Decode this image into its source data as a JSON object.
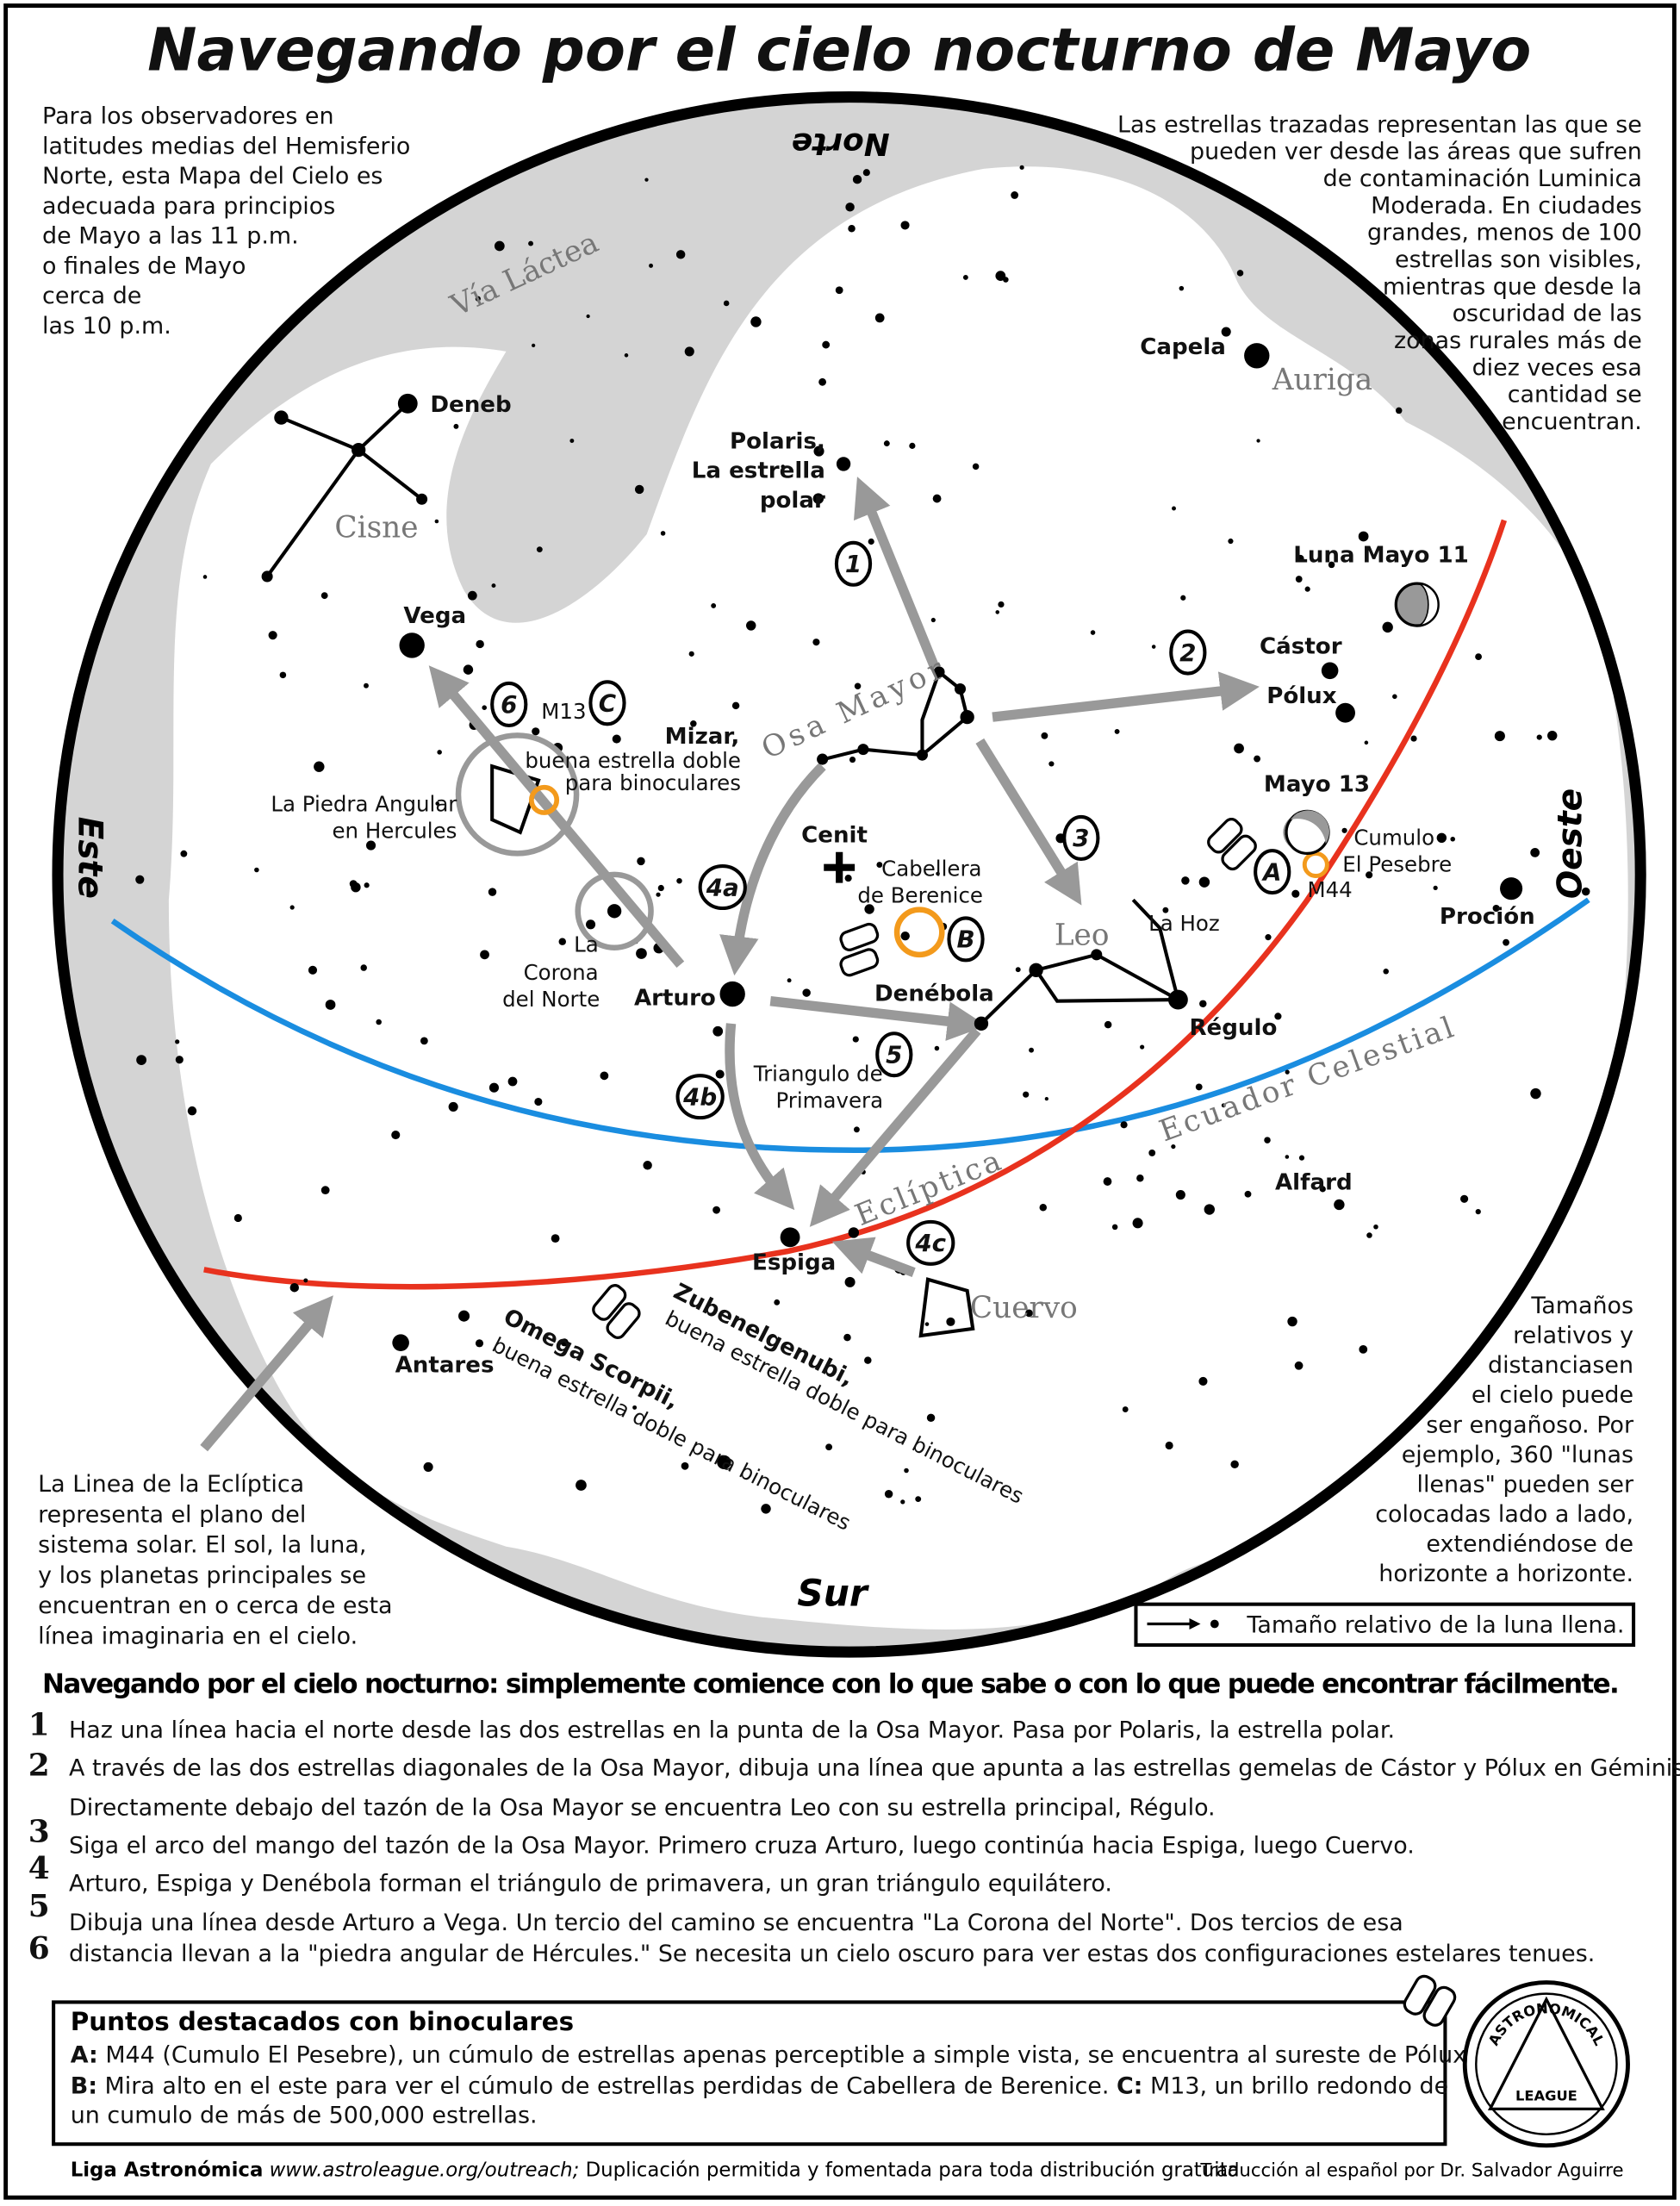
{
  "title": "Navegando por el cielo nocturno de Mayo",
  "intro_left": [
    "Para los observadores en",
    "latitudes medias del Hemisferio",
    "Norte, esta Mapa del Cielo es",
    "adecuada para principios",
    "de Mayo a las 11 p.m.",
    "o finales de Mayo",
    "cerca de",
    "las 10 p.m."
  ],
  "intro_right": [
    "Las estrellas trazadas representan las que se",
    "pueden ver desde las áreas que sufren",
    "de contaminación Luminica",
    "Moderada. En ciudades",
    "grandes, menos de 100",
    "estrellas son visibles,",
    "mientras que desde la",
    "oscuridad de las",
    "zonas rurales más de",
    "diez veces esa",
    "cantidad se",
    "encuentran."
  ],
  "ecliptic_note": [
    "La Linea de la Eclíptica",
    "representa el plano del",
    "sistema solar. El sol, la luna,",
    "y los planetas principales se",
    "encuentran en o cerca de esta",
    "línea imaginaria en el cielo."
  ],
  "size_note": [
    "Tamaños",
    "relativos y",
    "distanciasen",
    "el cielo puede",
    "ser engañoso. Por",
    "ejemplo, 360 \"lunas",
    "llenas\" pueden ser",
    "colocadas lado a lado,",
    "extendiéndose de",
    "horizonte a horizonte."
  ],
  "moon_legend": "Tamaño relativo de la luna llena.",
  "directions": {
    "north": "Norte",
    "south": "Sur",
    "east": "Este",
    "west": "Oeste"
  },
  "map": {
    "milky_way": "Vía Láctea",
    "capela": "Capela",
    "auriga": "Auriga",
    "deneb": "Deneb",
    "cisne": "Cisne",
    "polaris": [
      "Polaris,",
      "La estrella",
      "polar"
    ],
    "luna11": "Luna Mayo 11",
    "castor": "Cástor",
    "polux": "Pólux",
    "vega": "Vega",
    "m13": "M13",
    "mizar": "Mizar,",
    "mizar_note": [
      "buena estrella doble",
      "para binoculares"
    ],
    "osa_mayor": "Osa Mayor",
    "piedra": [
      "La Piedra Angular",
      "en Hercules"
    ],
    "mayo13": "Mayo 13",
    "pesebre": [
      "Cumulo",
      "El Pesebre"
    ],
    "m44": "M44",
    "cenit": "Cenit",
    "cabellera": [
      "Cabellera",
      "de Berenice"
    ],
    "leo": "Leo",
    "la_hoz": "La Hoz",
    "procion": "Proción",
    "corona": [
      "La",
      "Corona",
      "del Norte"
    ],
    "arturo": "Arturo",
    "denebola": "Denébola",
    "regulo": "Régulo",
    "triangulo": [
      "Triangulo de",
      "Primavera"
    ],
    "ecuador": "Ecuador Celestial",
    "alfard": "Alfard",
    "ecliptica": "Eclíptica",
    "espiga": "Espiga",
    "cuervo": "Cuervo",
    "zuben": "Zubenelgenubi,",
    "zuben_note": "buena estrella doble para binoculares",
    "omega": "Omega Scorpii,",
    "omega_note": "buena estrella doble para binoculares",
    "antares": "Antares",
    "markers": {
      "m1": "1",
      "m2": "2",
      "m3": "3",
      "m4a": "4a",
      "m4b": "4b",
      "m4c": "4c",
      "m5": "5",
      "m6": "6",
      "A": "A",
      "B": "B",
      "C": "C"
    }
  },
  "guide": {
    "heading": "Navegando por el cielo nocturno: simplemente comience con lo que sabe o con lo que puede encontrar fácilmente.",
    "numbers": [
      "1",
      "2",
      "3",
      "4",
      "5",
      "6"
    ],
    "lines": [
      "Haz una línea hacia el norte desde las dos estrellas en la punta de la Osa Mayor. Pasa por Polaris, la estrella polar.",
      "A través de las dos estrellas diagonales de la Osa Mayor, dibuja una línea que apunta a las estrellas gemelas de Cástor y Pólux en Géminis.",
      "Directamente debajo del tazón de la Osa Mayor se encuentra Leo con su estrella principal, Régulo.",
      "Siga el arco del mango del tazón de la Osa Mayor. Primero cruza Arturo, luego continúa hacia Espiga, luego Cuervo.",
      "Arturo, Espiga y Denébola forman el triángulo de primavera, un gran triángulo equilátero.",
      "Dibuja una línea desde Arturo a Vega. Un tercio del camino se encuentra \"La Corona del Norte\". Dos tercios de esa",
      "distancia llevan a la \"piedra angular de Hércules.\" Se necesita un cielo oscuro para ver estas dos configuraciones estelares tenues."
    ]
  },
  "binoculars": {
    "title": "Puntos destacados con binoculares",
    "a_key": "A:",
    "a_text": "M44 (Cumulo El Pesebre), un cúmulo de estrellas apenas perceptible a simple vista, se encuentra al sureste de Pólux.",
    "b_key": "B:",
    "b_text": "Mira alto en el este para ver el cúmulo de estrellas perdidas de Cabellera de Berenice.",
    "c_key": "C:",
    "c_text": "M13, un brillo redondo de",
    "c_text2": "un cumulo de más de 500,000 estrellas."
  },
  "logo": {
    "top": "ASTRONOMICAL",
    "bottom": "LEAGUE"
  },
  "footer": {
    "org": "Liga Astronómica",
    "url": "www.astroleague.org/outreach;",
    "rights": "Duplicación permitida y fomentada para toda distribución gratuita",
    "credit": "Traducción al español por Dr. Salvador Aguirre"
  },
  "colors": {
    "ecliptic": "#e8321e",
    "equator": "#1a8de0",
    "milky_way": "#d4d4d4",
    "arrow": "#999999",
    "highlight": "#f39a1c"
  }
}
